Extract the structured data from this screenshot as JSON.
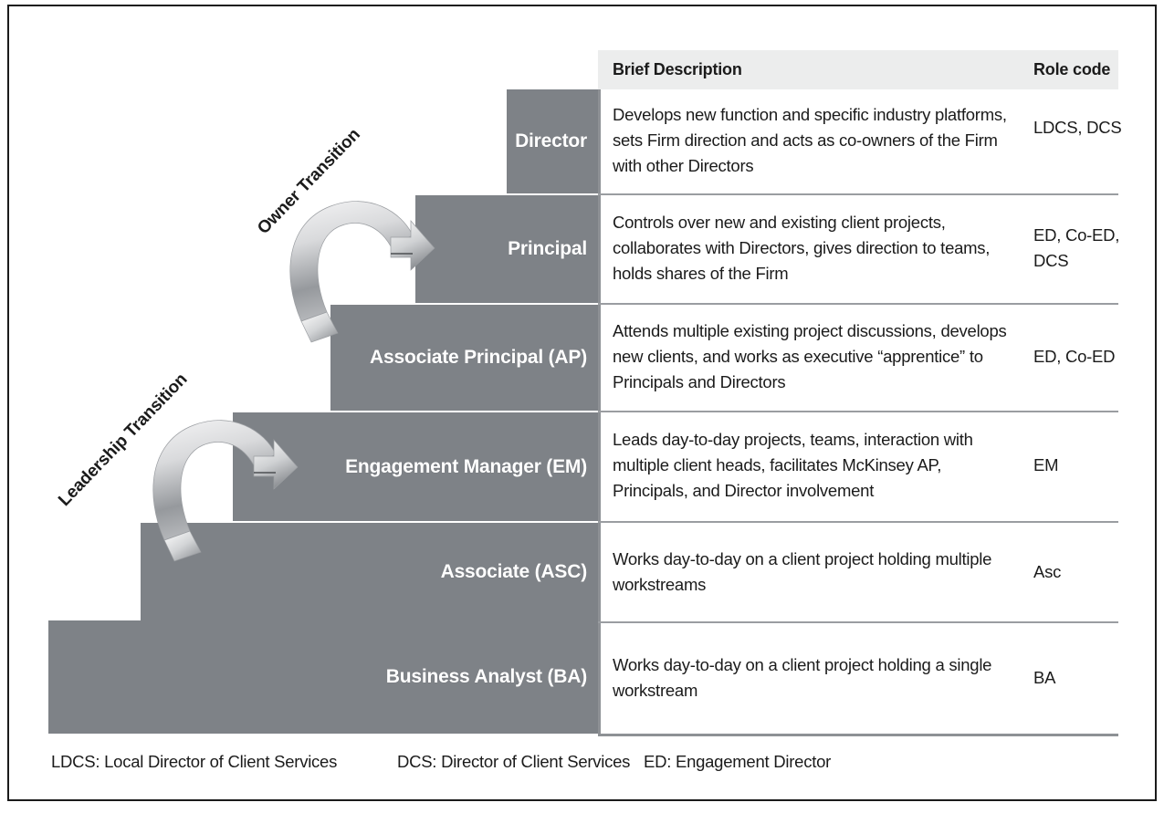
{
  "figure": {
    "colors": {
      "step_fill": "#7e8287",
      "header_fill": "#eceded",
      "rule": "#8e9195",
      "frame": "#1b1b1b",
      "text": "#1b1b1b",
      "step_label": "#ffffff"
    }
  },
  "table": {
    "headers": {
      "description": "Brief Description",
      "role_code": "Role code"
    },
    "rows": [
      {
        "role": "Director",
        "description": "Develops new function and specific industry platforms, sets Firm direction and acts as co-owners of the Firm with other Directors",
        "role_code": "LDCS, DCS"
      },
      {
        "role": "Principal",
        "description": "Controls over new and existing client projects, collaborates with Directors, gives direction to teams, holds shares of the Firm",
        "role_code": "ED, Co-ED, DCS"
      },
      {
        "role": "Associate Principal (AP)",
        "description": "Attends multiple existing project discussions, develops new clients, and works as executive “apprentice” to Principals and Directors",
        "role_code": "ED, Co-ED"
      },
      {
        "role": "Engagement Manager (EM)",
        "description": "Leads day-to-day projects, teams, interaction with multiple client heads, facilitates McKinsey AP, Principals, and Director involvement",
        "role_code": "EM"
      },
      {
        "role": "Associate (ASC)",
        "description": "Works day-to-day on a client project holding multiple workstreams",
        "role_code": "Asc"
      },
      {
        "role": "Business Analyst (BA)",
        "description": "Works day-to-day on a client project holding a single workstream",
        "role_code": "BA"
      }
    ]
  },
  "transitions": [
    {
      "label": "Owner Transition"
    },
    {
      "label": "Leadership Transition"
    }
  ],
  "legend": [
    "LDCS: Local Director of Client Services",
    "DCS: Director of Client Services",
    "ED: Engagement Director"
  ]
}
